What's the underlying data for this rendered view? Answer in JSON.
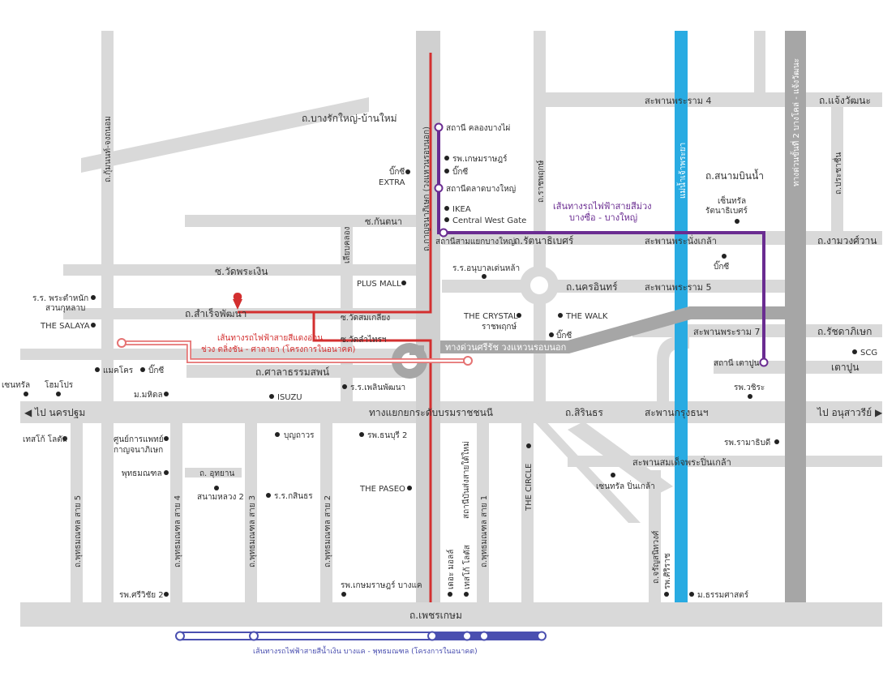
{
  "colors": {
    "road": "#d9d9d9",
    "expressway": "#a6a6a6",
    "red_line": "#d32f2f",
    "pink_line": "#e57373",
    "purple_line": "#6a2c91",
    "blue_line": "#4a4fb0",
    "river": "#29abe2",
    "dot": "#222222"
  },
  "roads": {
    "bang_rak_yai": "ถ.บางรักใหญ่-บ้านใหม่",
    "kanchanaphisek": "ถ.กาญจนาภิเษก (วงแหวนรอบนอก)",
    "ratchaphruek": "ถ.ราชพฤกษ์",
    "chaeng_watthana_top": "ถ.แจ้งวัฒนะ",
    "tollway": "ทางด่วนขั้นที่ 2 บางโคล่ - แจ้งวัฒนะ",
    "sanam_bin_nam": "ถ.สนามบินน้ำ",
    "pracha_chuen": "ถ.ประชาชื่น",
    "chao_phraya_river": "แม่น้ำเจ้าพระยา",
    "rattanathibet": "ถ.รัตนาธิเบศร์",
    "ngam_wong_wan": "ถ.งามวงศ์วาน",
    "nakhon_in": "ถ.นครอินทร์",
    "ratchaphisek": "ถ.รัชดาภิเษก",
    "tao_poon": "เตาปูน",
    "kan_na": "ซ.กันตนา",
    "wat_phra_ngoen": "ซ.วัดพระเงิน",
    "sai_khlong": "เลียบคลอง",
    "sam_roeng_phatthana": "ถ.สำเร็จพัฒนา",
    "wat_lamphai": "ซ.วัดลำไทรฯ",
    "wat_lad_pla_duk": "ซ.วัดสมเกลียง",
    "si_rat_expressway": "ทางด่วนศรีรัช วงแหวนรอบนอก",
    "kalaphruek": "ถ.ศาลาธรรมสพน์",
    "borommaratchachonnani": "ทางแยกยกระดับบรมราชชนนี",
    "sirindhorn": "ถ.สิรินธร",
    "bridge_krungthon": "สะพานกรุงธนฯ",
    "to_nakhon_pathom": "◀ ไป นครปฐม",
    "to_victory": "ไป อนุสาวรีย์ ▶",
    "phutthamonthon_5": "ถ.พุทธมณฑล สาย 5",
    "phutthamonthon_4": "ถ.พุทธมณฑล สาย 4",
    "phutthamonthon_3": "ถ.พุทธมณฑล สาย 3",
    "phutthamonthon_2": "ถ.พุทธมณฑล สาย 2",
    "phutthamonthon_1": "ถ.พุทธมณฑล สาย 1",
    "utthayan": "ถ. อุทยาน",
    "the_circle": "THE CIRCLE",
    "charansanitwong": "ถ.จรัญสนิทวงศ์",
    "phetkasem": "ถ.เพชรเกษม",
    "kumnan_ton": "ถ.กุ้มนนท์-จงถนอม",
    "bridge_rama4": "สะพานพระราม 4",
    "bridge_nonthaburi": "สะพานพระนั่งเกล้า",
    "bridge_rama5": "สะพานพระราม 5",
    "bridge_rama7": "สะพานพระราม 7",
    "bridge_pinklao": "สะพานสมเด็จพระปิ่นเกล้า"
  },
  "lines": {
    "purple": "เส้นทางรถไฟฟ้าสายสีม่วง",
    "purple_sub": "บางซื่อ - บางใหญ่",
    "pink": "เส้นทางรถไฟฟ้าสายสีแดงอ่อน",
    "pink_sub": "ช่วง ตลิ่งชัน - ศาลายา (โครงการในอนาคต)",
    "blue": "เส้นทางรถไฟฟ้าสายสีน้ำเงิน บางแค - พุทธมณฑล (โครงการในอนาคต)"
  },
  "stations": {
    "khlong_bang_phai": "สถานี คลองบางไผ่",
    "talad_bang_yai": "สถานีตลาดบางใหญ่",
    "yaek_bang_yai": "สถานีสามแยกบางใหญ่",
    "tao_poon": "สถานี เตาปูน"
  },
  "places": {
    "kasemrad": "รพ.เกษมราษฎร์",
    "bigc_1": "บิ๊กซี",
    "bigc_extra": "บิ๊กซี",
    "extra": "EXTRA",
    "ikea": "IKEA",
    "central_west_gate": "Central West Gate",
    "central_rattanathibet": "เซ็นทรัล",
    "central_rattanathibet_2": "รัตนาธิเบศร์",
    "bigc_right": "บิ๊กซี",
    "school_anuban": "ร.ร.อนุบาลเด่นหล้า",
    "plus_mall": "PLUS MALL",
    "school_phra_tamnak": "ร.ร. พระตำหนัก",
    "school_phra_tamnak_2": "สวนกุหลาบ",
    "the_salaya": "THE SALAYA",
    "the_crystal": "THE CRYSTAL",
    "the_crystal_sub": "ราชพฤกษ์",
    "the_walk": "THE WALK",
    "bigc_crystal": "บิ๊กซี",
    "scg": "SCG",
    "makro": "แมคโคร",
    "bigc_left": "บิ๊กซี",
    "central_left": "เซนทรัล",
    "home_pro": "โฮมโปร",
    "mahidol": "ม.มหิดล",
    "isuzu": "ISUZU",
    "school_phlin": "ร.ร.เพลินพัฒนา",
    "hospital_vajira": "รพ.วชิระ",
    "tesco": "เทสโก้ โลตัส",
    "medical_center": "ศูนย์การแพทย์",
    "medical_center_2": "กาญจนาภิเษก",
    "bunthawon": "บุญถาวร",
    "thonburi2": "รพ.ธนบุรี 2",
    "ramathibodi": "รพ.รามาธิบดี",
    "phutthamonthon": "พุทธมณฑล",
    "sanam_luang_2": "สนามหลวง 2",
    "school_kasin": "ร.ร.กสินธร",
    "the_paseo": "THE PASEO",
    "sathanbanrotbang": "สถานีบันส่งสายใต้ใหม่",
    "central_pinklao": "เซนทรัล ปิ่นเกล้า",
    "the_mall": "เดอะ มอลล์",
    "tesco_2": "เทสโก้ โลตัส",
    "siriraj": "รพ.ศิริราช",
    "thammasat": "ม.ธรรมศาสตร์",
    "kasemrad_bangkae": "รพ.เกษมราษฎร์ บางแค",
    "srivichai": "รพ.ศรีวิชัย 2"
  }
}
